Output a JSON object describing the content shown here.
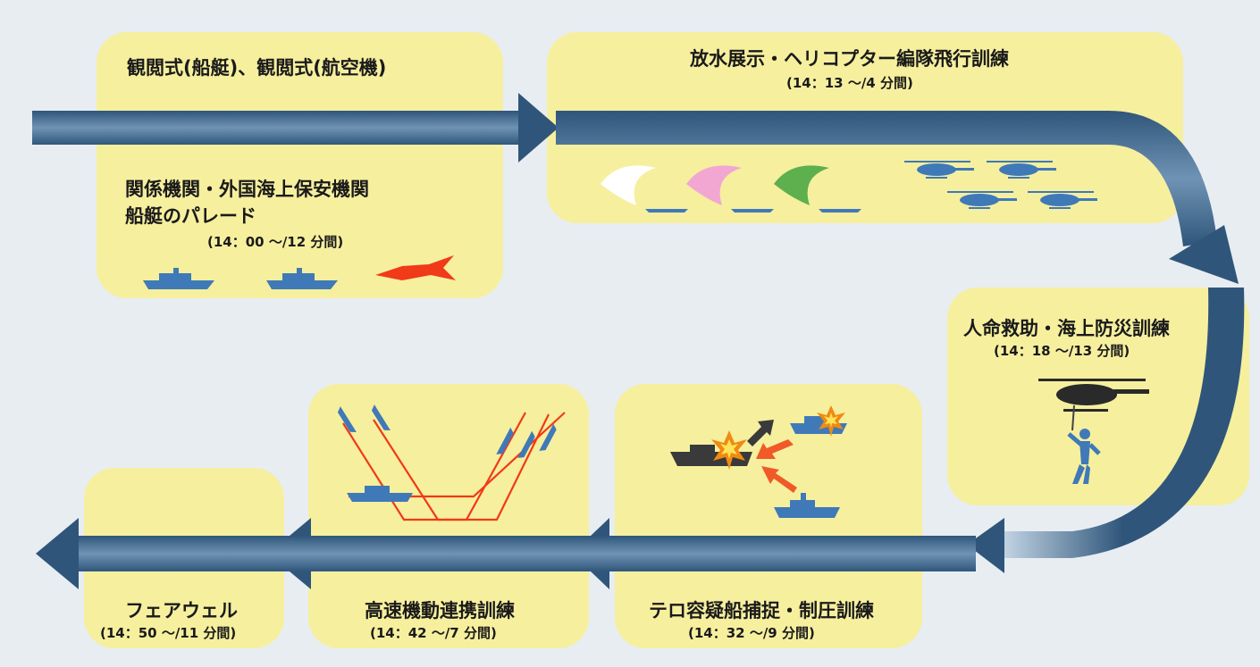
{
  "colors": {
    "background": "#e8edf2",
    "panel": "#f6ef9e",
    "arrow": "#2f567a",
    "ship": "#3f79b8",
    "red": "#f03a18",
    "fire": "#f08a10"
  },
  "sections": {
    "review": {
      "title": "観閲式(船艇)、観閲式(航空機)"
    },
    "parade": {
      "title_line1": "関係機関・外国海上保安機関",
      "title_line2": "船艇のパレード",
      "time": "(14：00 ～/12 分間)"
    },
    "water": {
      "title": "放水展示・ヘリコプター編隊飛行訓練",
      "time": "(14：13 ～/4 分間)"
    },
    "rescue": {
      "title": "人命救助・海上防災訓練",
      "time": "(14：18 ～/13 分間)"
    },
    "terror": {
      "title": "テロ容疑船捕捉・制圧訓練",
      "time": "(14：32 ～/9 分間)"
    },
    "highspeed": {
      "title": "高速機動連携訓練",
      "time": "(14：42 ～/7 分間)"
    },
    "farewell": {
      "title": "フェアウェル",
      "time": "(14：50 ～/11 分間)"
    }
  },
  "icons": {
    "ships": "ship-icon",
    "jet": "jet-plane-icon",
    "helicopter": "helicopter-icon",
    "water_spray": "water-spray-icon",
    "explosion": "explosion-icon",
    "rescuer": "rescue-person-icon"
  }
}
